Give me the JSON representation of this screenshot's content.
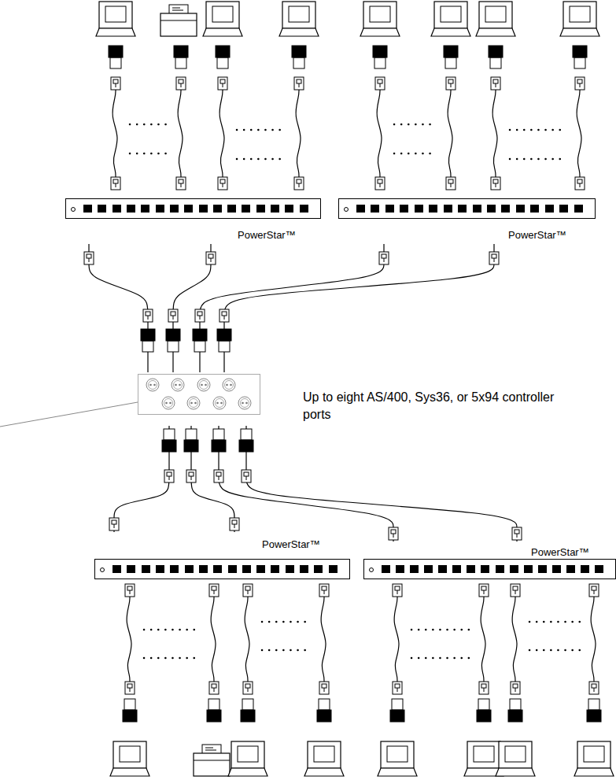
{
  "diagram": {
    "nodes": [
      {
        "text": [
          "PowerStar™"
        ]
      },
      {
        "text": [
          "PowerStar™"
        ]
      },
      {
        "text": [
          "Up to eight AS/400, Sys36, or 5x94 controller ports"
        ]
      },
      {
        "text": [
          "PowerStar™"
        ]
      },
      {
        "text": [
          "PowerStar™"
        ]
      }
    ],
    "edges": [
      {
        "from": 0,
        "to": 2,
        "arrow": "none"
      },
      {
        "from": 0,
        "to": 2,
        "arrow": "none"
      },
      {
        "from": 1,
        "to": 2,
        "arrow": "none"
      },
      {
        "from": 1,
        "to": 2,
        "arrow": "none"
      },
      {
        "from": 2,
        "to": 3,
        "arrow": "none"
      },
      {
        "from": 2,
        "to": 3,
        "arrow": "none"
      },
      {
        "from": 2,
        "to": 4,
        "arrow": "none"
      },
      {
        "from": 2,
        "to": 4,
        "arrow": "none"
      }
    ]
  }
}
